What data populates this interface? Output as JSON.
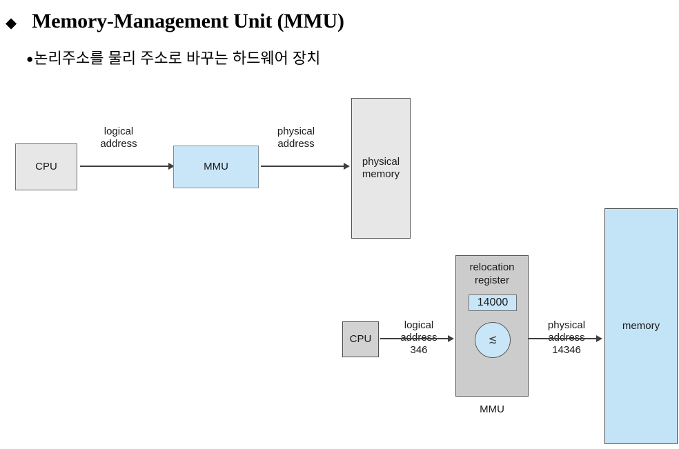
{
  "slide": {
    "bullet_diamond": "◆",
    "title": "Memory-Management Unit (MMU)",
    "bullet_round": "●",
    "subtitle": "논리주소를 물리 주소로 바꾸는 하드웨어 장치"
  },
  "diagram_top": {
    "cpu_label": "CPU",
    "logical_address_label": "logical\naddress",
    "mmu_label": "MMU",
    "physical_address_label": "physical\naddress",
    "physical_memory_label": "physical\nmemory"
  },
  "diagram_bottom": {
    "cpu_label": "CPU",
    "logical_address_label": "logical\naddress",
    "logical_address_value": "346",
    "relocation_register_label": "relocation\nregister",
    "relocation_register_value": "14000",
    "adder_glyph": "≲",
    "physical_address_label": "physical\naddress",
    "physical_address_value": "14346",
    "mmu_label": "MMU",
    "memory_label": "memory"
  },
  "colors": {
    "accent_blue": "#c9e6f8",
    "memory_blue": "#c3e4f7",
    "box_gray": "#e7e7e7",
    "mmu_gray": "#cccccc",
    "cpu_gray": "#d2d2d2",
    "arrow": "#3f3f3f",
    "background": "#ffffff"
  }
}
